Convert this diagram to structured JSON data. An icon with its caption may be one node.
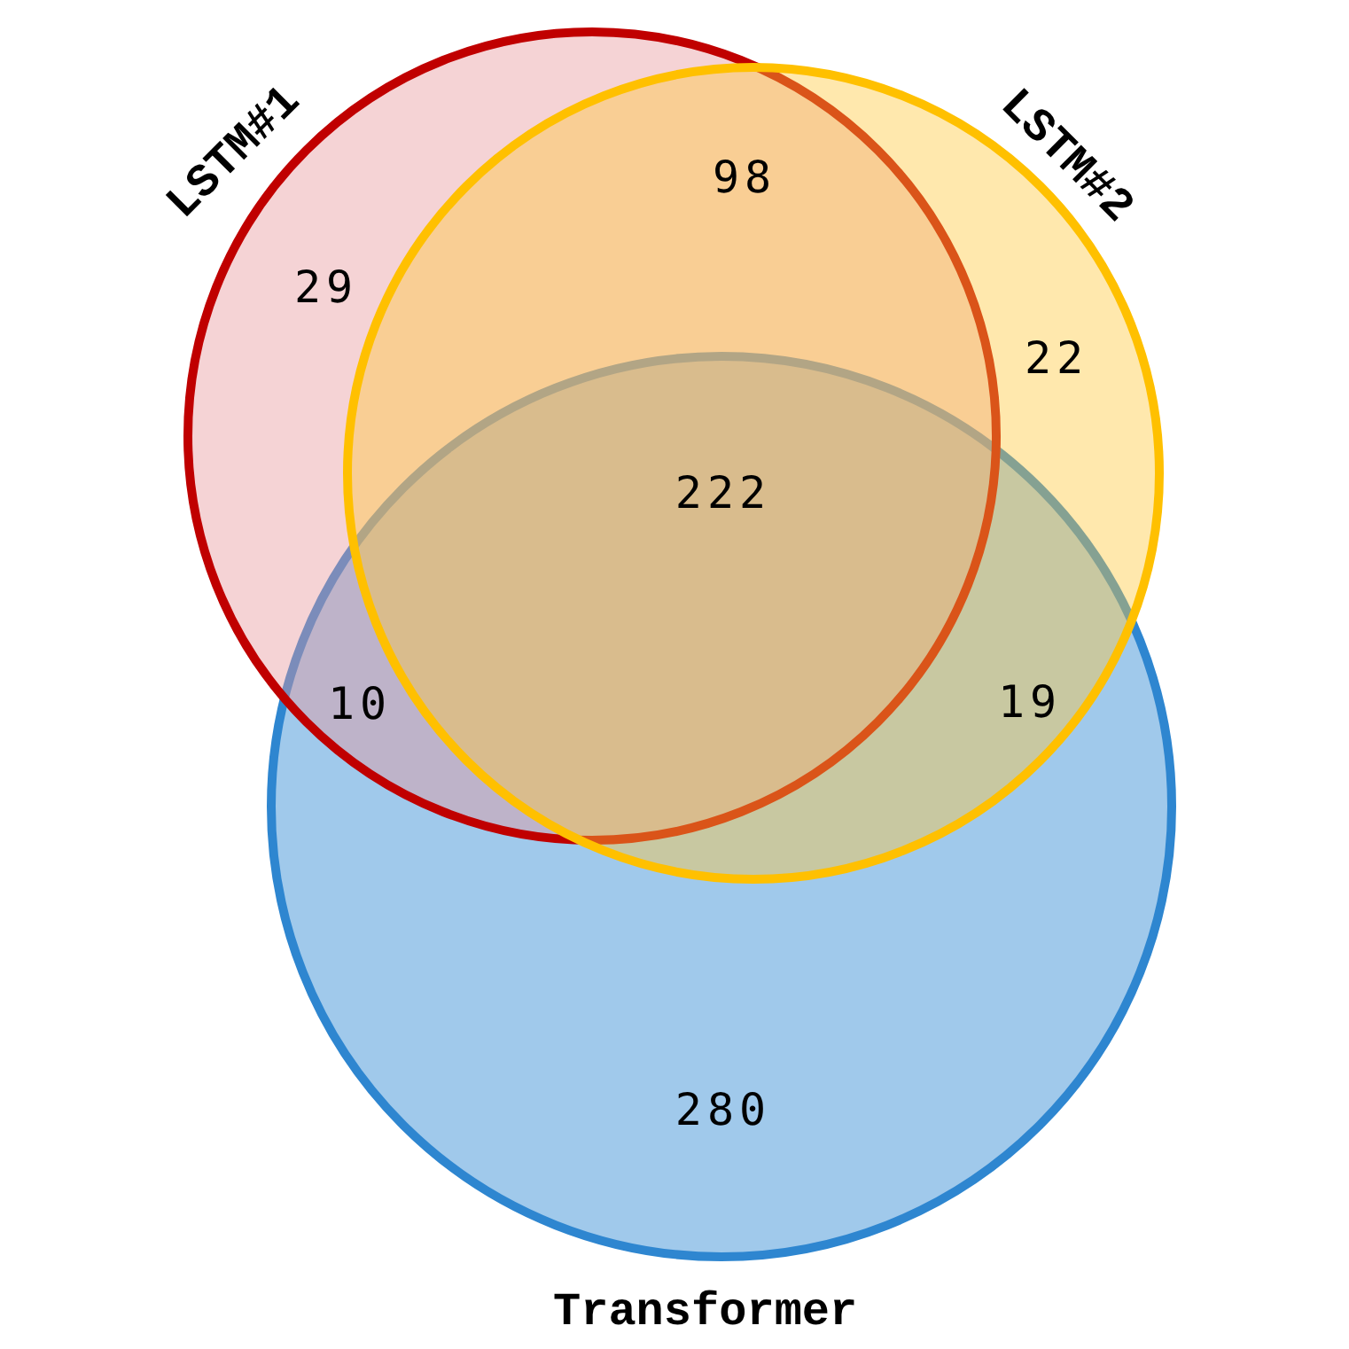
{
  "diagram": {
    "nodes": [
      {
        "text": [
          "LSTM#1"
        ]
      },
      {
        "text": [
          "LSTM#2"
        ]
      },
      {
        "text": [
          "Transformer"
        ]
      }
    ],
    "labels": [
      "98",
      "29",
      "22",
      "222",
      "10",
      "19",
      "280"
    ]
  }
}
